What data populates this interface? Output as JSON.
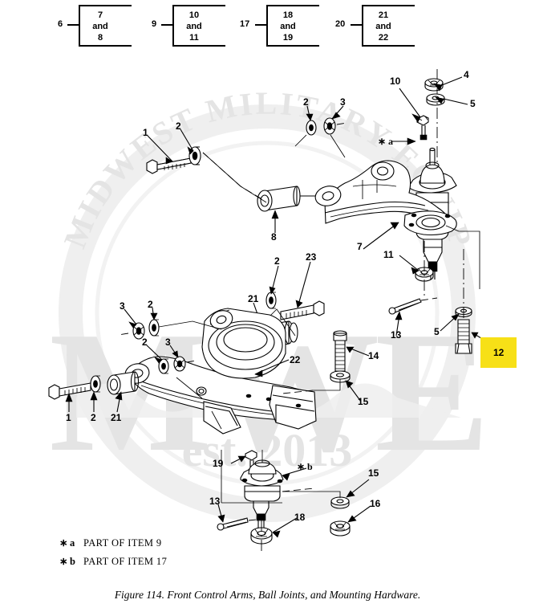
{
  "figure": {
    "caption": "Figure 114.  Front Control Arms, Ball Joints, and Mounting Hardware.",
    "number": "114"
  },
  "index_boxes": [
    {
      "lead": "6",
      "line1": "7",
      "line2": "and",
      "line3": "8"
    },
    {
      "lead": "9",
      "line1": "10",
      "line2": "and",
      "line3": "11"
    },
    {
      "lead": "17",
      "line1": "18",
      "line2": "and",
      "line3": "19"
    },
    {
      "lead": "20",
      "line1": "21",
      "line2": "and",
      "line3": "22"
    }
  ],
  "callouts": [
    {
      "id": "c-1-upper",
      "text": "1"
    },
    {
      "id": "c-2-upper",
      "text": "2"
    },
    {
      "id": "c-2-mid",
      "text": "2"
    },
    {
      "id": "c-3-mid",
      "text": "3"
    },
    {
      "id": "c-4",
      "text": "4"
    },
    {
      "id": "c-10",
      "text": "10"
    },
    {
      "id": "c-5-top",
      "text": "5"
    },
    {
      "id": "c-8",
      "text": "8"
    },
    {
      "id": "c-7",
      "text": "7"
    },
    {
      "id": "c-2-lowbolt",
      "text": "2"
    },
    {
      "id": "c-23",
      "text": "23"
    },
    {
      "id": "c-11",
      "text": "11"
    },
    {
      "id": "c-13-upper",
      "text": "13"
    },
    {
      "id": "c-5-lower",
      "text": "5"
    },
    {
      "id": "c-12",
      "text": "12"
    },
    {
      "id": "c-3-left",
      "text": "3"
    },
    {
      "id": "c-2-left",
      "text": "2"
    },
    {
      "id": "c-2-lw",
      "text": "2"
    },
    {
      "id": "c-3-lw",
      "text": "3"
    },
    {
      "id": "c-21-right",
      "text": "21"
    },
    {
      "id": "c-1-lower",
      "text": "1"
    },
    {
      "id": "c-2-lower",
      "text": "2"
    },
    {
      "id": "c-21-lower",
      "text": "21"
    },
    {
      "id": "c-22",
      "text": "22"
    },
    {
      "id": "c-14",
      "text": "14"
    },
    {
      "id": "c-15-upper",
      "text": "15"
    },
    {
      "id": "c-19",
      "text": "19"
    },
    {
      "id": "c-15-lower",
      "text": "15"
    },
    {
      "id": "c-13-lower",
      "text": "13"
    },
    {
      "id": "c-18",
      "text": "18"
    },
    {
      "id": "c-16",
      "text": "16"
    }
  ],
  "star_labels": [
    {
      "id": "star-a",
      "text": "∗ a"
    },
    {
      "id": "star-b",
      "text": "∗ b"
    }
  ],
  "legend": [
    {
      "star": "∗",
      "key": "a",
      "text": "PART OF ITEM  9"
    },
    {
      "star": "∗",
      "key": "b",
      "text": "PART OF ITEM  17"
    }
  ],
  "watermark": {
    "arc_text": "MIDWEST MILITARY EQUIPMENT",
    "monogram": "MWE",
    "est_text": "est. 2013"
  },
  "colors": {
    "highlight": "#f7e017",
    "ink": "#000000",
    "paper": "#ffffff",
    "watermark": "#e9e9e9"
  }
}
